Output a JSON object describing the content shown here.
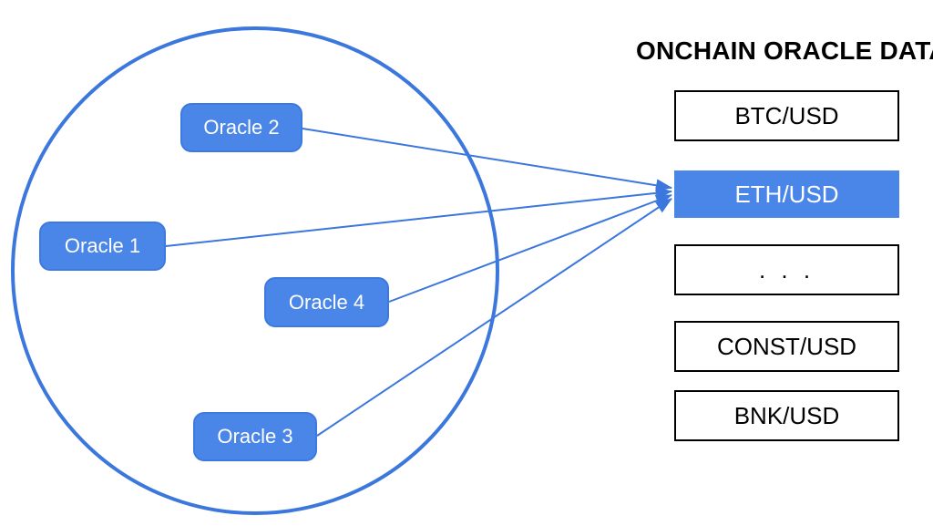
{
  "colors": {
    "accent": "#4a86e8",
    "accent-border": "#3d79de",
    "stroke": "#3b77dd",
    "box-border": "#000000",
    "box-text": "#000000",
    "title-text": "#000000",
    "oracle-text": "#ffffff"
  },
  "title": "ONCHAIN ORACLE DATA",
  "oracle_network": {
    "oracles": [
      {
        "label": "Oracle 1"
      },
      {
        "label": "Oracle 2"
      },
      {
        "label": "Oracle 3"
      },
      {
        "label": "Oracle 4"
      }
    ]
  },
  "feeds": [
    {
      "label": "BTC/USD",
      "highlighted": false
    },
    {
      "label": "ETH/USD",
      "highlighted": true
    },
    {
      "label": ". . .",
      "highlighted": false
    },
    {
      "label": "CONST/USD",
      "highlighted": false
    },
    {
      "label": "BNK/USD",
      "highlighted": false
    }
  ],
  "edges": [
    {
      "from": "Oracle 1",
      "to": "ETH/USD"
    },
    {
      "from": "Oracle 2",
      "to": "ETH/USD"
    },
    {
      "from": "Oracle 3",
      "to": "ETH/USD"
    },
    {
      "from": "Oracle 4",
      "to": "ETH/USD"
    }
  ]
}
